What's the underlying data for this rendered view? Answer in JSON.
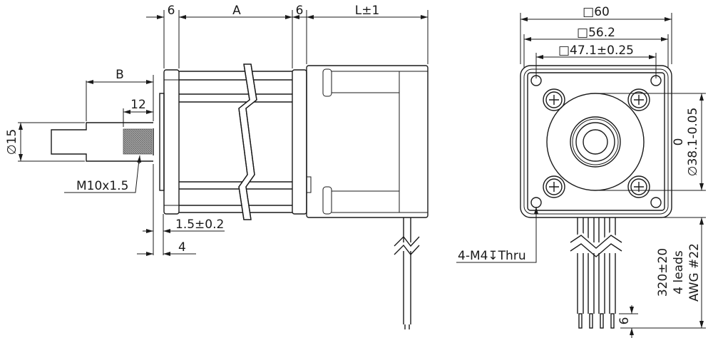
{
  "side_view": {
    "dim_flange": "6",
    "dim_body_a": "A",
    "dim_rear": "6",
    "dim_length": "L±1",
    "dim_shaft_b": "B",
    "dim_thread_len": "12",
    "dim_shaft_dia": "∅15",
    "thread_label": "M10x1.5",
    "dim_pilot_height": "1.5±0.2",
    "dim_flange_thick": "4"
  },
  "front_view": {
    "dim_outer": "□60",
    "dim_body": "□56.2",
    "dim_holes": "□47.1±0.25",
    "dim_pilot_upper": "0",
    "dim_pilot": "∅38.1-0.05",
    "hole_label": "4-M4↧Thru",
    "lead_length": "320±20",
    "lead_count": "4 leads",
    "lead_gauge": "AWG #22",
    "strip_length": "6"
  },
  "colors": {
    "line": "#1a1a1a",
    "background": "#ffffff"
  }
}
